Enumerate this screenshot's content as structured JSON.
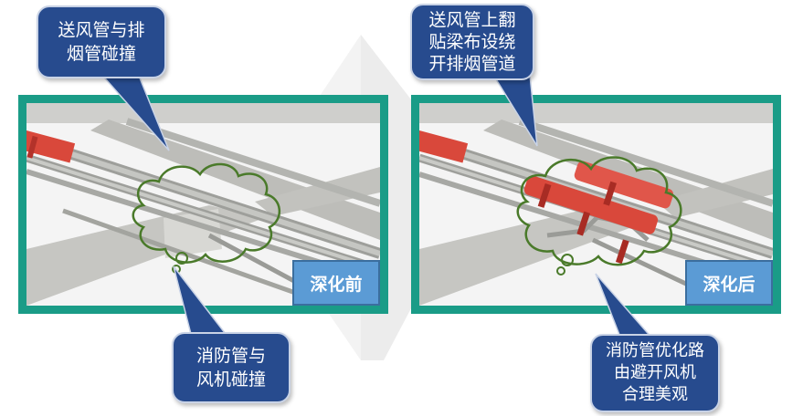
{
  "before": {
    "stage_label": "深化前",
    "callout_top": [
      "送风管与排",
      "烟管碰撞"
    ],
    "callout_bottom": [
      "消防管与",
      "风机碰撞"
    ]
  },
  "after": {
    "stage_label": "深化后",
    "callout_top": [
      "送风管上翻",
      "贴梁布设绕",
      "开排烟管道"
    ],
    "callout_bottom": [
      "消防管优化路",
      "由避开风机",
      "合理美观"
    ]
  },
  "colors": {
    "frame": "#1a9c87",
    "callout_bg": "#274b8e",
    "label_bg": "#5b9bd5",
    "cloud": "#4a7a2a",
    "duct_red": "#d9483b",
    "pipe_grey": "#b9bab6"
  }
}
